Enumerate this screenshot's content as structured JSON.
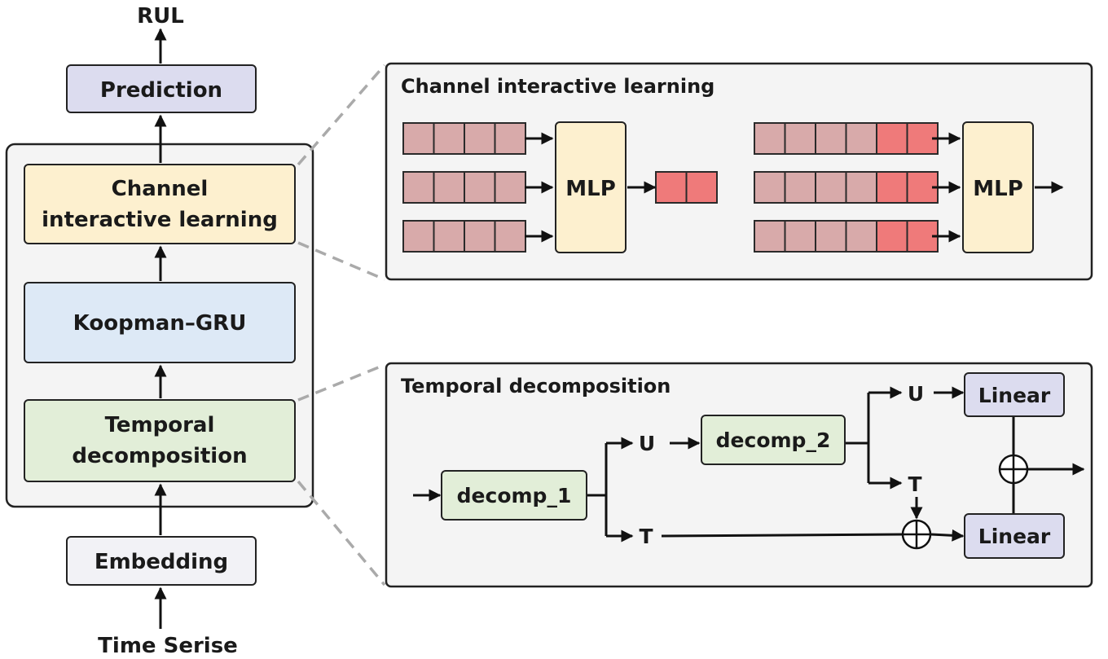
{
  "pipeline": {
    "output_label": "RUL",
    "input_label": "Time Serise",
    "prediction": "Prediction",
    "channel_line1": "Channel",
    "channel_line2": "interactive learning",
    "koopman": "Koopman–GRU",
    "temporal_line1": "Temporal",
    "temporal_line2": "decomposition",
    "embedding": "Embedding"
  },
  "channel_panel": {
    "title": "Channel interactive learning",
    "mlp_left": "MLP",
    "mlp_right": "MLP"
  },
  "temporal_panel": {
    "title": "Temporal decomposition",
    "decomp1": "decomp_1",
    "decomp2": "decomp_2",
    "u1": "U",
    "t1": "T",
    "u2": "U",
    "t2": "T",
    "linear_top": "Linear",
    "linear_bottom": "Linear"
  },
  "colors": {
    "prediction": "#dcdcef",
    "channel": "#fdf0cf",
    "koopman": "#dde9f6",
    "temporal": "#e2eed8",
    "embedding": "#f2f2f6",
    "panel": "#f4f4f4",
    "cell": "#d8aaaa",
    "cell_hi": "#ef7a7a",
    "mlp": "#fdf0cf",
    "decomp": "#e2eed8",
    "linear": "#dcdcef"
  }
}
